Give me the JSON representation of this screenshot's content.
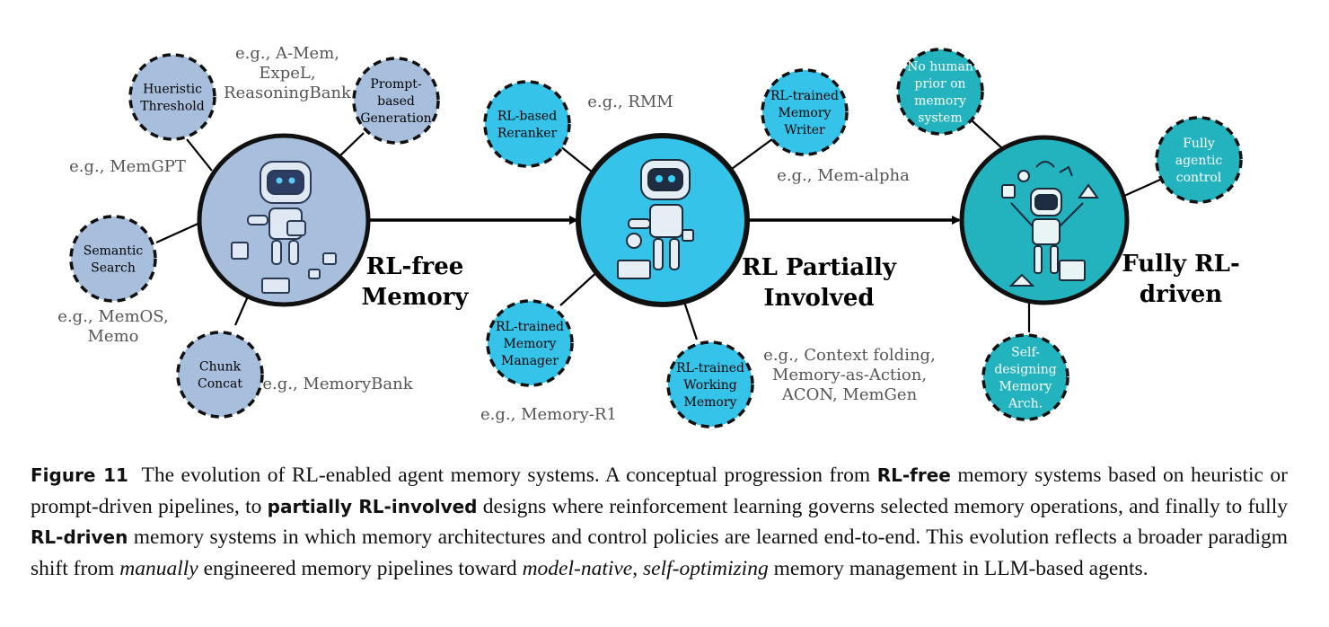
{
  "stages": [
    {
      "title_lines": [
        "RL-free",
        "Memory"
      ],
      "color": "#a7bfdc",
      "satellites": [
        {
          "lines": [
            "Hueristic",
            "Threshold"
          ]
        },
        {
          "lines": [
            "Prompt-",
            "based",
            "Generation"
          ]
        },
        {
          "lines": [
            "Semantic",
            "Search"
          ]
        },
        {
          "lines": [
            "Chunk",
            "Concat"
          ]
        }
      ],
      "examples": [
        {
          "lines": [
            "e.g., A-Mem,",
            "ExpeL,",
            "ReasoningBank"
          ]
        },
        {
          "lines": [
            "e.g., MemGPT"
          ]
        },
        {
          "lines": [
            "e.g., MemOS,",
            "Memo"
          ]
        },
        {
          "lines": [
            "e.g., MemoryBank"
          ]
        }
      ]
    },
    {
      "title_lines": [
        "RL Partially",
        "Involved"
      ],
      "color": "#35c3ea",
      "satellites": [
        {
          "lines": [
            "RL-based",
            "Reranker"
          ]
        },
        {
          "lines": [
            "RL-trained",
            "Memory",
            "Writer"
          ]
        },
        {
          "lines": [
            "RL-trained",
            "Memory",
            "Manager"
          ]
        },
        {
          "lines": [
            "RL-trained",
            "Working",
            "Memory"
          ]
        }
      ],
      "examples": [
        {
          "lines": [
            "e.g., RMM"
          ]
        },
        {
          "lines": [
            "e.g., Mem-alpha"
          ]
        },
        {
          "lines": [
            "e.g., Memory-R1"
          ]
        },
        {
          "lines": [
            "e.g., Context folding,",
            "Memory-as-Action,",
            "ACON, MemGen"
          ]
        }
      ]
    },
    {
      "title_lines": [
        "Fully RL-",
        "driven"
      ],
      "color": "#22b3bf",
      "satellites": [
        {
          "lines": [
            "No human",
            "prior on",
            "memory",
            "system"
          ]
        },
        {
          "lines": [
            "Fully",
            "agentic",
            "control"
          ]
        },
        {
          "lines": [
            "Self-",
            "designing",
            "Memory",
            "Arch."
          ]
        }
      ],
      "examples": []
    }
  ],
  "caption": {
    "label": "Figure 11",
    "t1": "The evolution of RL-enabled agent memory systems. A conceptual progression from ",
    "b1": "RL-free",
    "t2": " memory systems based on heuristic or prompt-driven pipelines, to ",
    "b2": "partially RL-involved",
    "t3": " designs where reinforcement learning governs selected memory operations, and finally to fully ",
    "b3": "RL-driven",
    "t4": " memory systems in which memory architectures and control policies are learned end-to-end. This evolution reflects a broader paradigm shift from ",
    "i1": "manually",
    "t5": " engineered memory pipelines toward ",
    "i2": "model-native",
    "t6": ", ",
    "i3": "self-optimizing",
    "t7": " memory management in LLM-based agents."
  }
}
